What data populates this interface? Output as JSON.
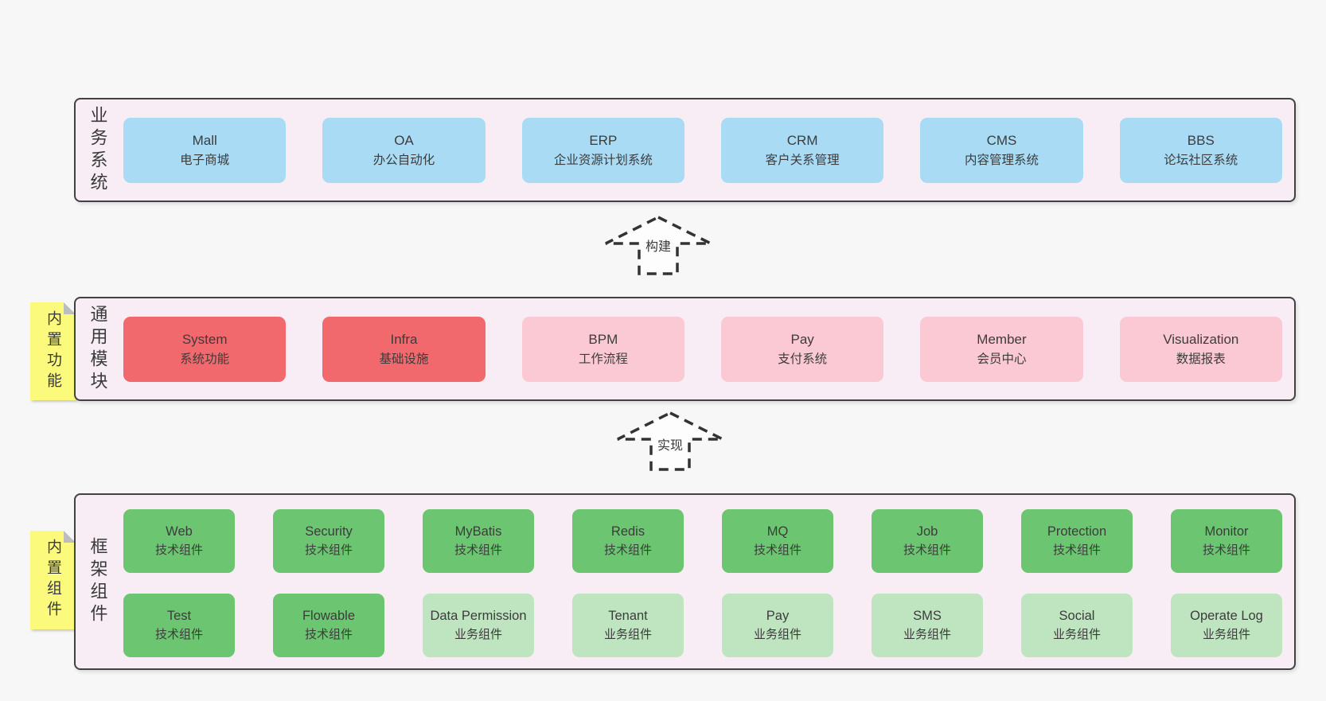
{
  "colors": {
    "page_bg": "#f7f7f7",
    "section_bg": "#f8edf5",
    "section_border": "#424242",
    "blue_box": "#a9dbf5",
    "red_box": "#f1696d",
    "pink_box": "#fbc9d4",
    "green_dark_box": "#6cc570",
    "green_light_box": "#bee5bf",
    "sticky_yellow": "#fbfa7d",
    "text": "#3c3c3c"
  },
  "sections": {
    "business": {
      "label": "业务系统",
      "boxes": [
        {
          "title": "Mall",
          "subtitle": "电子商城"
        },
        {
          "title": "OA",
          "subtitle": "办公自动化"
        },
        {
          "title": "ERP",
          "subtitle": "企业资源计划系统"
        },
        {
          "title": "CRM",
          "subtitle": "客户关系管理"
        },
        {
          "title": "CMS",
          "subtitle": "内容管理系统"
        },
        {
          "title": "BBS",
          "subtitle": "论坛社区系统"
        }
      ]
    },
    "modules": {
      "label": "通用模块",
      "sticky": "内置功能",
      "boxes": [
        {
          "title": "System",
          "subtitle": "系统功能"
        },
        {
          "title": "Infra",
          "subtitle": "基础设施"
        },
        {
          "title": "BPM",
          "subtitle": "工作流程"
        },
        {
          "title": "Pay",
          "subtitle": "支付系统"
        },
        {
          "title": "Member",
          "subtitle": "会员中心"
        },
        {
          "title": "Visualization",
          "subtitle": "数据报表"
        }
      ]
    },
    "components": {
      "label": "框架组件",
      "sticky": "内置组件",
      "row1": [
        {
          "title": "Web",
          "subtitle": "技术组件"
        },
        {
          "title": "Security",
          "subtitle": "技术组件"
        },
        {
          "title": "MyBatis",
          "subtitle": "技术组件"
        },
        {
          "title": "Redis",
          "subtitle": "技术组件"
        },
        {
          "title": "MQ",
          "subtitle": "技术组件"
        },
        {
          "title": "Job",
          "subtitle": "技术组件"
        },
        {
          "title": "Protection",
          "subtitle": "技术组件"
        },
        {
          "title": "Monitor",
          "subtitle": "技术组件"
        }
      ],
      "row2": [
        {
          "title": "Test",
          "subtitle": "技术组件"
        },
        {
          "title": "Flowable",
          "subtitle": "技术组件"
        },
        {
          "title": "Data Permission",
          "subtitle": "业务组件"
        },
        {
          "title": "Tenant",
          "subtitle": "业务组件"
        },
        {
          "title": "Pay",
          "subtitle": "业务组件"
        },
        {
          "title": "SMS",
          "subtitle": "业务组件"
        },
        {
          "title": "Social",
          "subtitle": "业务组件"
        },
        {
          "title": "Operate Log",
          "subtitle": "业务组件"
        }
      ]
    }
  },
  "arrows": {
    "build": "构建",
    "implement": "实现"
  }
}
